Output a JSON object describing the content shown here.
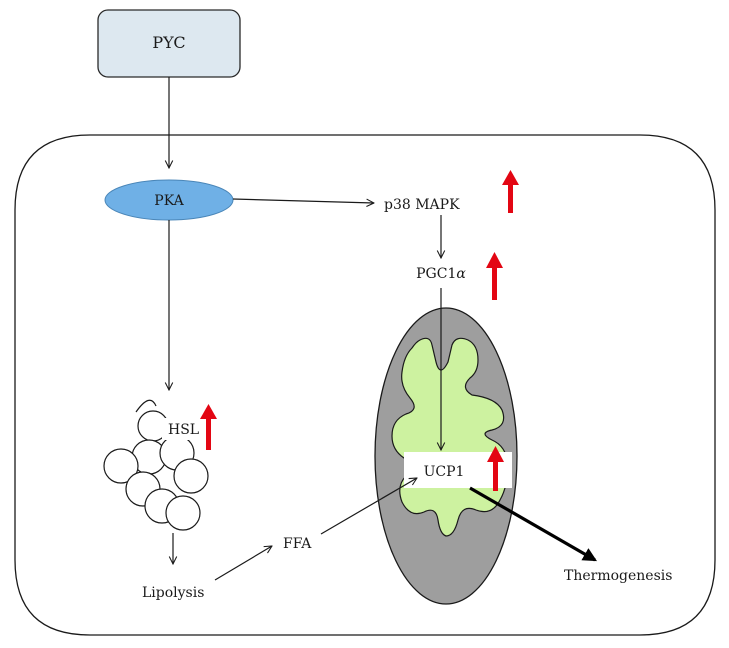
{
  "nodes": {
    "pyc": "PYC",
    "pka": "PKA",
    "p38": "p38 MAPK",
    "pgc1": "PGC1",
    "pgc1_suffix": "α",
    "hsl": "HSL",
    "ucp1": "UCP1",
    "ffa": "FFA",
    "lipolysis": "Lipolysis",
    "thermogenesis": "Thermogenesis"
  },
  "colors": {
    "pyc_box": "#dde8f0",
    "pka_ellipse": "#6fb0e6",
    "mito_outer": "#9e9e9e",
    "mito_inner": "#cdf2a0",
    "up_arrow": "#e30613",
    "line": "#1a1a1a"
  }
}
